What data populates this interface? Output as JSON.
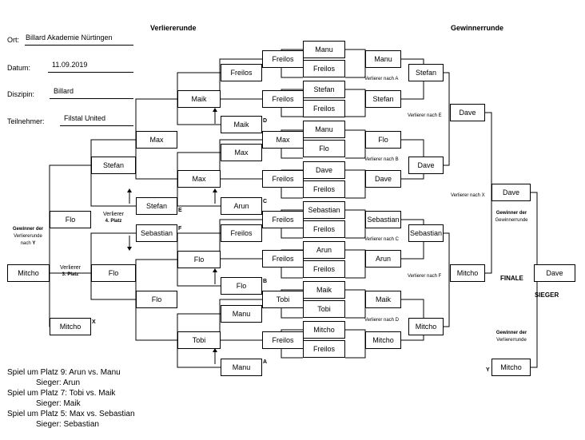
{
  "info": {
    "ort_label": "Ort:",
    "ort_value": "Billard Akademie Nürtingen",
    "datum_label": "Datum:",
    "datum_value": "11.09.2019",
    "disziplin_label": "Diszipin:",
    "disziplin_value": "Billard",
    "teilnehmer_label": "Teilnehmer:",
    "teilnehmer_value": "Filstal United"
  },
  "headers": {
    "loser": "Verliererunde",
    "winner": "Gewinnerrunde"
  },
  "r1": [
    [
      "Manu",
      "Freilos"
    ],
    [
      "Stefan",
      "Freilos"
    ],
    [
      "Manu",
      "Flo"
    ],
    [
      "Dave",
      "Freilos"
    ],
    [
      "Sebastian",
      "Freilos"
    ],
    [
      "Arun",
      "Freilos"
    ],
    [
      "Maik",
      "Tobi"
    ],
    [
      "Mitcho",
      "Freilos"
    ]
  ],
  "wr": {
    "r2": [
      "Manu",
      "Stefan",
      "Flo",
      "Dave",
      "Sebastian",
      "Arun",
      "Maik",
      "Mitcho"
    ],
    "r3": [
      "Stefan",
      "Dave",
      "Sebastian",
      "Mitcho"
    ],
    "r4": [
      "Dave",
      "Mitcho"
    ],
    "winner": "Dave",
    "notes": [
      "Verlierer nach A",
      "Verlierer nach B",
      "Verlierer nach C",
      "Verlierer nach D",
      "Verlierer nach E",
      "Verlierer nach F",
      "Verlierer nach X"
    ]
  },
  "lr": {
    "col1": [
      "Freilos",
      "Freilos",
      "Max",
      "Freilos",
      "Freilos",
      "Freilos",
      "Tobi",
      "Freilos"
    ],
    "col2": [
      "Freilos",
      "Maik",
      "Max",
      "Arun",
      "Freilos",
      "Flo",
      "Manu",
      "Manu"
    ],
    "col3": [
      "Maik",
      "Max",
      "Flo",
      "Tobi"
    ],
    "col4": [
      "Max",
      "Stefan",
      "Sebastian",
      "Flo"
    ],
    "col5": [
      "Stefan",
      "Flo"
    ],
    "col6": [
      "Flo",
      "Mitcho"
    ],
    "marks": [
      "D",
      "C",
      "B",
      "A",
      "E",
      "F",
      "X",
      "Y"
    ]
  },
  "left": {
    "mitcho": "Mitcho",
    "gew1": "Gewinner der",
    "gew2": "Verliererunde",
    "gew3": "nach",
    "gew4": "Y",
    "v4a": "Verlierer",
    "v4b": "4. Platz",
    "v3a": "Verlierer",
    "v3b": "3. Platz"
  },
  "final": {
    "top": "Dave",
    "bottom": "Mitcho",
    "champion": "Dave",
    "finale": "FINALE",
    "sieger": "SIEGER",
    "gg1": "Gewinner der",
    "gg2": "Gewinnerrunde",
    "gv1": "Gewinner der",
    "gv2": "Verliererrunde"
  },
  "results": [
    "Spiel um Platz 9:   Arun    vs. Manu",
    "Sieger:   Arun",
    "Spiel um Platz 7:   Tobi    vs. Maik",
    "Sieger:   Maik",
    "Spiel um Platz 5:   Max    vs. Sebastian",
    "Sieger:   Sebastian"
  ]
}
